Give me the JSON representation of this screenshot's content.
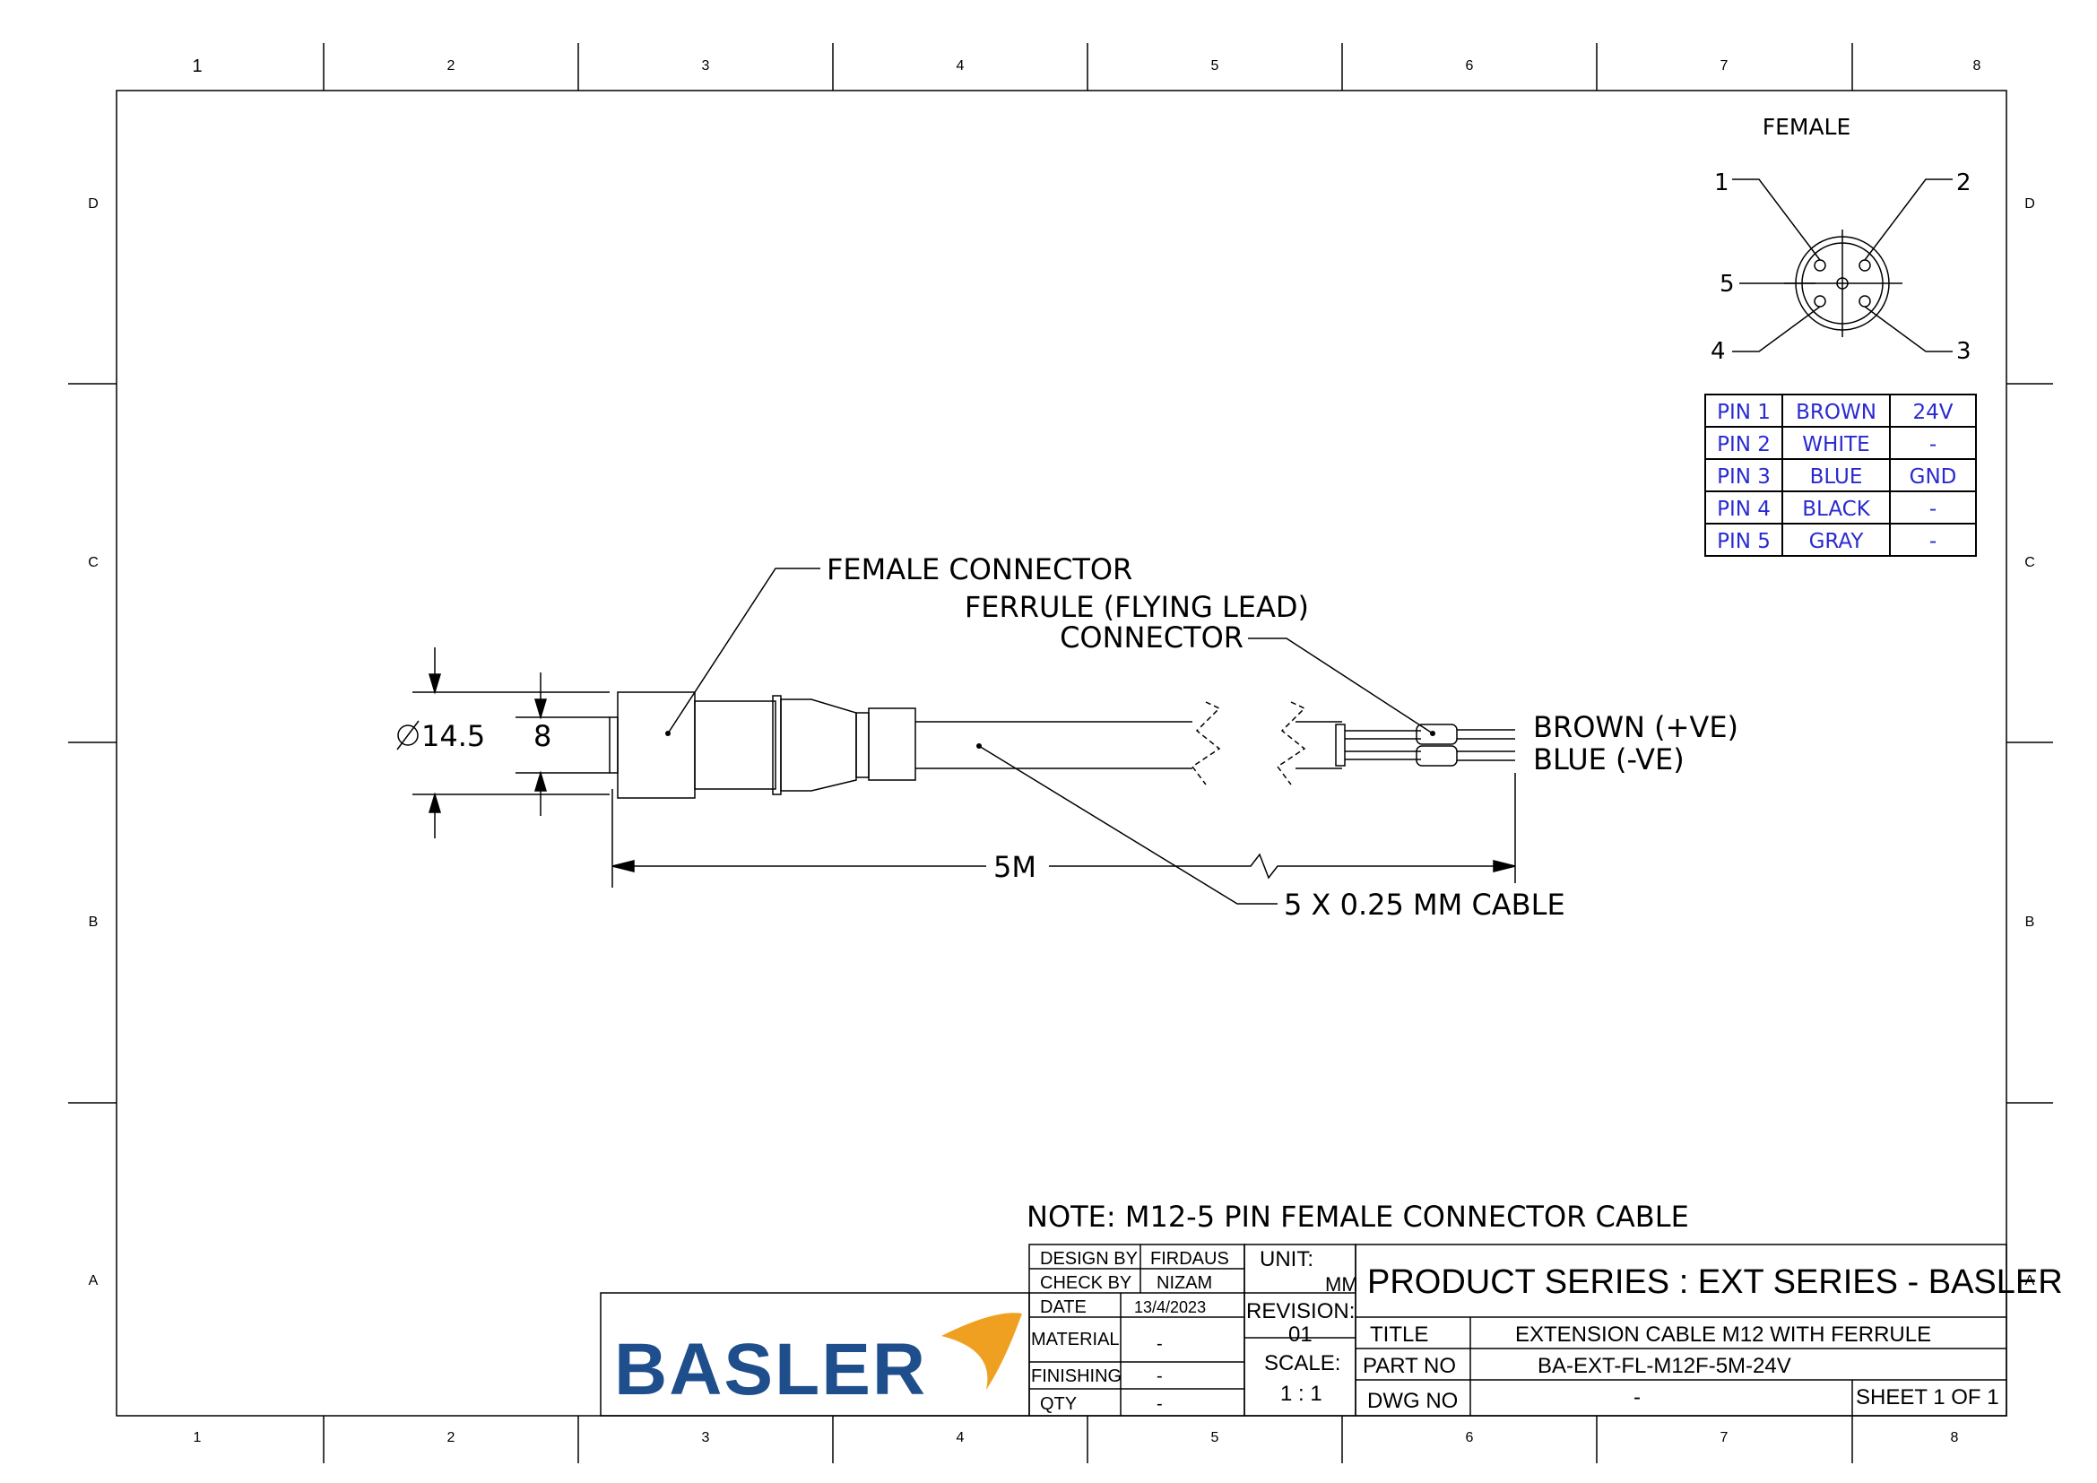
{
  "frame": {
    "columns": [
      "1",
      "2",
      "3",
      "4",
      "5",
      "6",
      "7",
      "8"
    ],
    "rows": [
      "D",
      "C",
      "B",
      "A"
    ]
  },
  "pinout": {
    "heading": "FEMALE",
    "pin_numbers": [
      "1",
      "2",
      "5",
      "4",
      "3"
    ],
    "table": [
      {
        "pin": "PIN 1",
        "color": "BROWN",
        "function": "24V"
      },
      {
        "pin": "PIN 2",
        "color": "WHITE",
        "function": "-"
      },
      {
        "pin": "PIN 3",
        "color": "BLUE",
        "function": "GND"
      },
      {
        "pin": "PIN 4",
        "color": "BLACK",
        "function": "-"
      },
      {
        "pin": "PIN 5",
        "color": "GRAY",
        "function": "-"
      }
    ]
  },
  "callouts": {
    "female_connector": "FEMALE CONNECTOR",
    "ferrule_line1": "FERRULE (FLYING LEAD)",
    "ferrule_line2": "CONNECTOR",
    "wire_brown": "BROWN (+VE)",
    "wire_blue": "BLUE (-VE)",
    "cable": "5 X 0.25 MM CABLE"
  },
  "dimensions": {
    "diameter": "14.5",
    "inner": "8",
    "length": "5M"
  },
  "note": "NOTE: M12-5 PIN FEMALE CONNECTOR CABLE",
  "title_block": {
    "logo": "BASLER",
    "design_by_label": "DESIGN BY",
    "design_by": "FIRDAUS",
    "check_by_label": "CHECK BY",
    "check_by": "NIZAM",
    "date_label": "DATE",
    "date": "13/4/2023",
    "material_label": "MATERIAL",
    "material": "-",
    "finishing_label": "FINISHING",
    "finishing": "-",
    "qty_label": "QTY",
    "qty": "-",
    "unit_label": "UNIT:",
    "unit": "MM",
    "revision_label": "REVISION:",
    "revision": "01",
    "scale_label": "SCALE:",
    "scale": "1 : 1",
    "product_series": "PRODUCT SERIES : EXT SERIES - BASLER",
    "title_label": "TITLE",
    "title": "EXTENSION CABLE M12 WITH FERRULE",
    "part_no_label": "PART NO",
    "part_no": "BA-EXT-FL-M12F-5M-24V",
    "dwg_no_label": "DWG NO",
    "dwg_no": "-",
    "sheet": "SHEET 1 OF 1"
  },
  "colors": {
    "pin_table_text": "#2a2ad0",
    "logo_blue": "#1f4e8c",
    "logo_orange": "#f0a020"
  }
}
